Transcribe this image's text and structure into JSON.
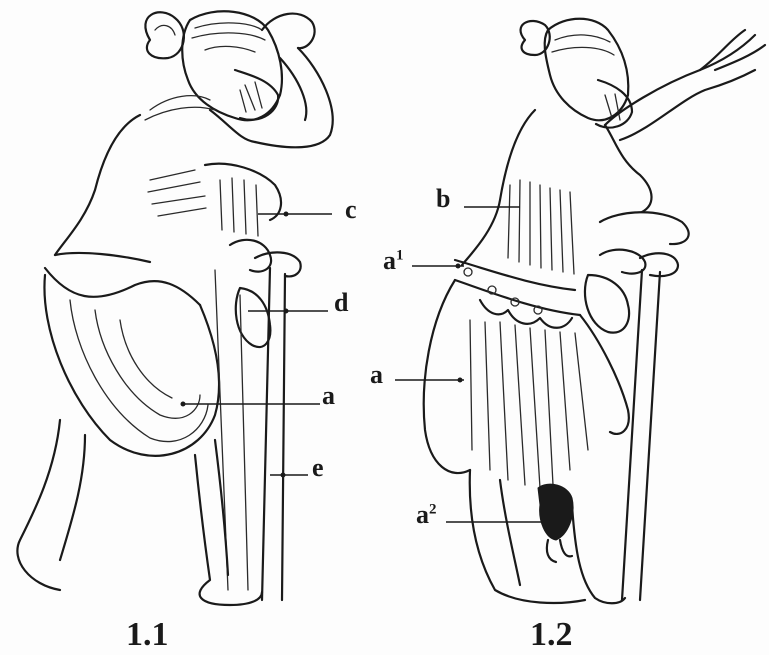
{
  "figures": [
    {
      "caption": "1.1",
      "labels": {
        "c": "c",
        "d": "d",
        "a": "a",
        "e": "e"
      }
    },
    {
      "caption": "1.2",
      "labels": {
        "b": "b",
        "a1_base": "a",
        "a1_sup": "1",
        "a": "a",
        "a2_base": "a",
        "a2_sup": "2"
      }
    }
  ]
}
